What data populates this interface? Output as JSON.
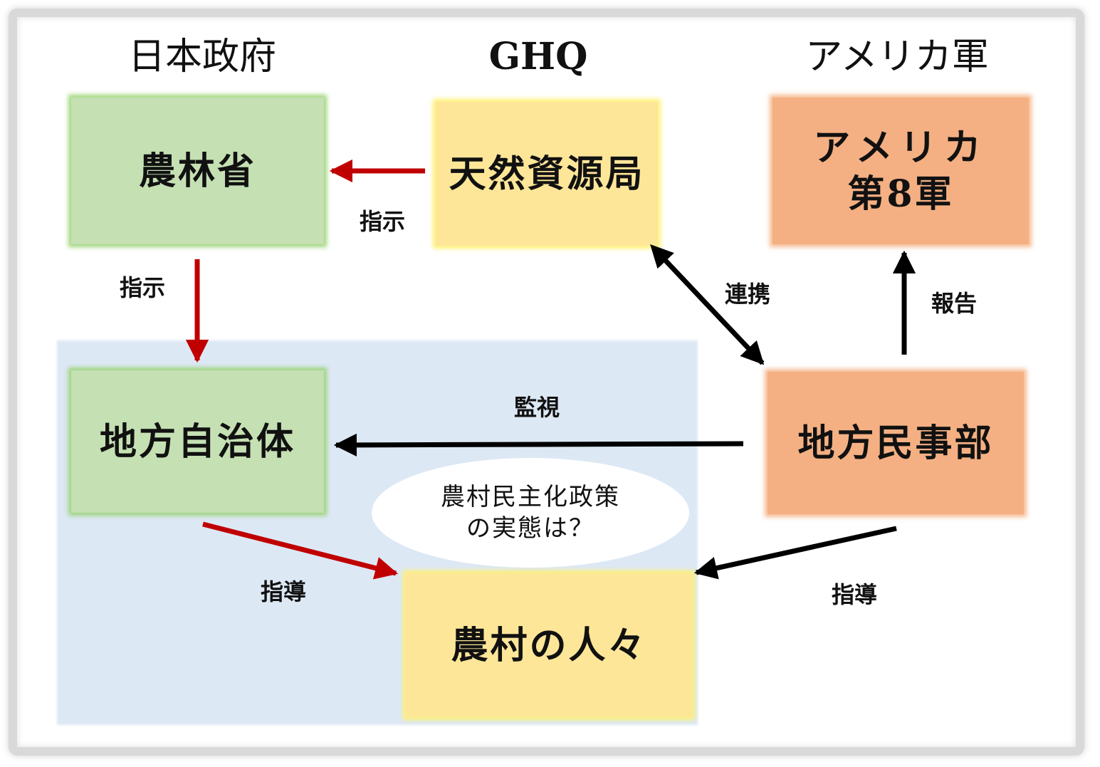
{
  "headers": {
    "japan_gov": "日本政府",
    "ghq": "GHQ",
    "us_army": "アメリカ軍"
  },
  "boxes": {
    "norin": "農林省",
    "tennen": "天然資源局",
    "eighth_line1": "アメリカ",
    "eighth_line2": "第8軍",
    "chiho_jichitai": "地方自治体",
    "chiho_minjibu": "地方民事部",
    "noson": "農村の人々"
  },
  "question": {
    "line1": "農村民主化政策",
    "line2": "の実態は？"
  },
  "edge_labels": {
    "shiji_top": "指示",
    "shiji_left": "指示",
    "renkei": "連携",
    "hokoku": "報告",
    "kanshi": "監視",
    "shido_left": "指導",
    "shido_right": "指導"
  },
  "colors": {
    "red_arrow": "#c00000",
    "black_arrow": "#000000",
    "green_box": "#c5e0b3",
    "yellow_box": "#fee699",
    "orange_box": "#f4b083",
    "region": "#dde8f5"
  }
}
